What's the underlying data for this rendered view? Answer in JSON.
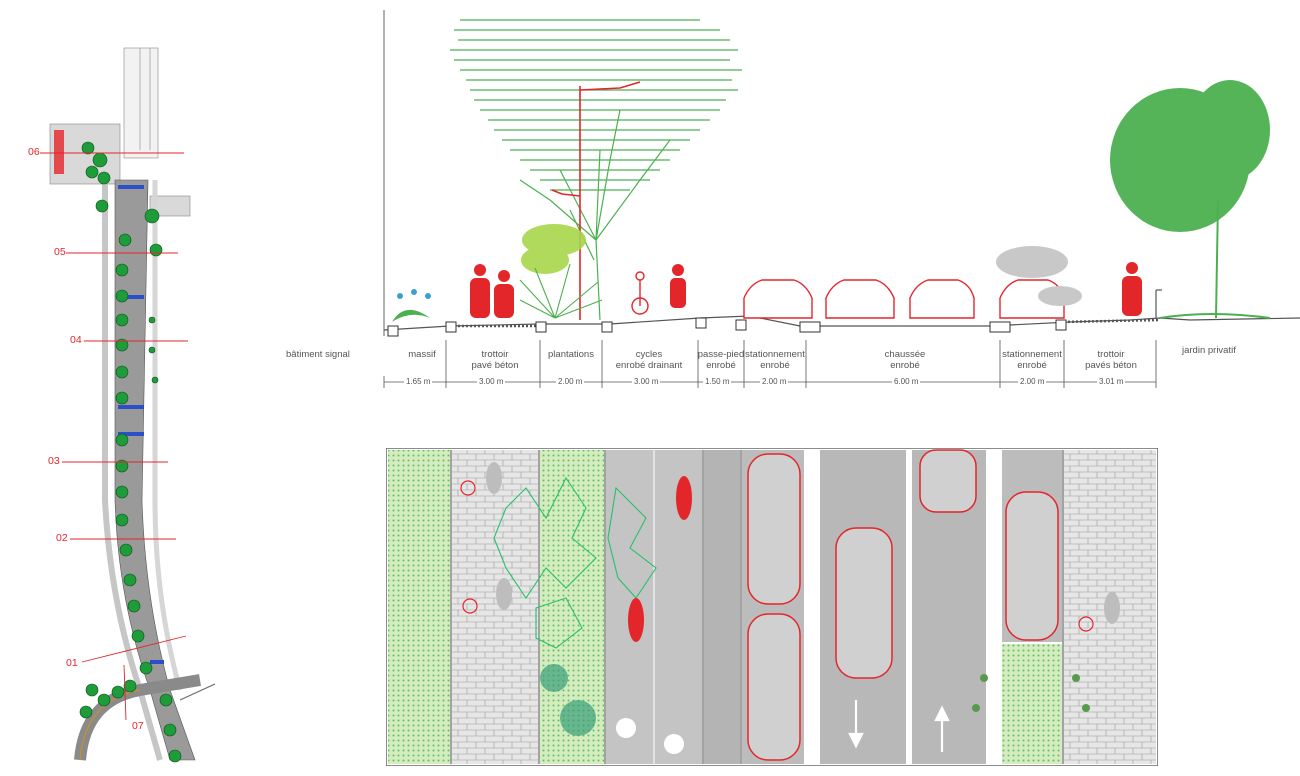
{
  "plan_markers": [
    "06",
    "05",
    "04",
    "03",
    "02",
    "01",
    "07"
  ],
  "section": {
    "left_label": "bâtiment signal",
    "right_label": "jardin privatif",
    "bands": [
      {
        "name": "massif",
        "line1": "massif",
        "line2": "",
        "width": "1.65 m"
      },
      {
        "name": "trottoir",
        "line1": "trottoir",
        "line2": "pavé béton",
        "width": "3.00 m"
      },
      {
        "name": "plantations",
        "line1": "plantations",
        "line2": "",
        "width": "2.00 m"
      },
      {
        "name": "cycles",
        "line1": "cycles",
        "line2": "enrobé drainant",
        "width": "3.00 m"
      },
      {
        "name": "passe-pied",
        "line1": "passe-pied",
        "line2": "enrobé",
        "width": "1.50 m"
      },
      {
        "name": "stationnement-left",
        "line1": "stationnement",
        "line2": "enrobé",
        "width": "2.00 m"
      },
      {
        "name": "chaussee",
        "line1": "chaussée",
        "line2": "enrobé",
        "width": "6.00 m"
      },
      {
        "name": "stationnement-right",
        "line1": "stationnement",
        "line2": "enrobé",
        "width": "2.00 m"
      },
      {
        "name": "trottoir-right",
        "line1": "trottoir",
        "line2": "pavés béton",
        "width": "3.01 m"
      }
    ]
  },
  "colors": {
    "accent": "#e3262a",
    "tree": "#4cb050",
    "plant": "#a8d64a",
    "asphalt": "#bcbcbc",
    "paving": "#e3e3e3",
    "grass": "#cfe9b8"
  }
}
